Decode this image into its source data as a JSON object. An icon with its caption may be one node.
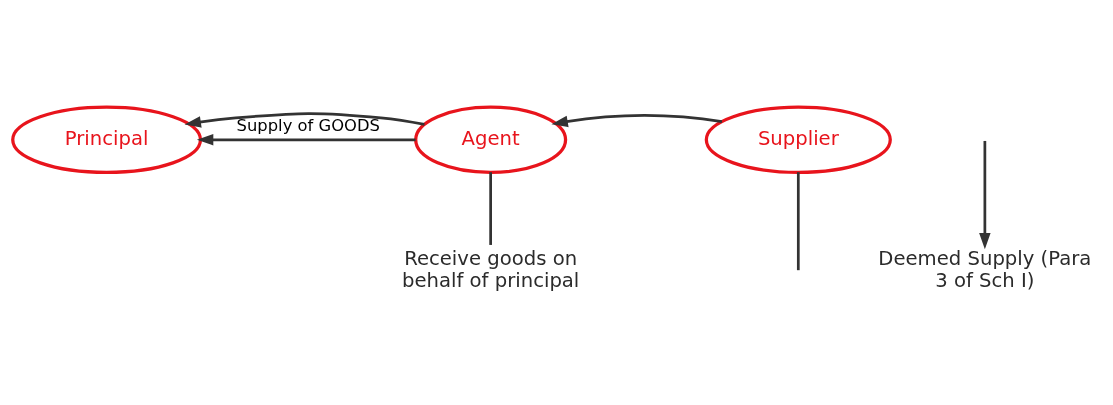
{
  "diagram": {
    "nodes": [
      {
        "text": [
          "Principal"
        ]
      },
      {
        "text": [
          "Agent"
        ]
      },
      {
        "text": [
          "Supplier"
        ]
      },
      {
        "text": [
          "Deemed Supply (Para 3 of Sch I)"
        ]
      },
      {
        "text": [
          "Receive goods on behalf of principal"
        ]
      }
    ],
    "edges": [
      {
        "from": 1,
        "to": 0,
        "arrow": "to",
        "label": "Supply of GOODS"
      },
      {
        "from": 1,
        "to": 0,
        "arrow": "to"
      },
      {
        "from": 2,
        "to": 1,
        "arrow": "to"
      },
      {
        "from": null,
        "to": 3,
        "arrow": "to"
      },
      {
        "from": 1,
        "to": 4,
        "arrow": "none"
      },
      {
        "from": 2,
        "to": null,
        "arrow": "none"
      }
    ]
  }
}
